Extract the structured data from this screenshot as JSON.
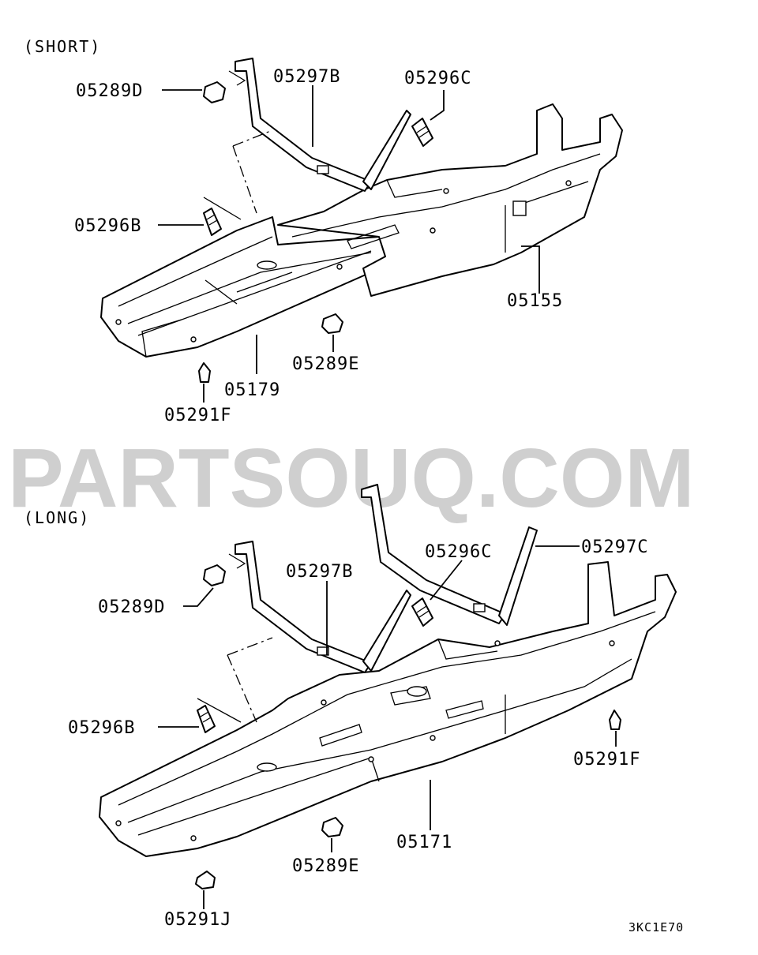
{
  "watermark": "PARTSOUQ.COM",
  "diagram_code": "3KC1E70",
  "sections": {
    "short": {
      "title": "(SHORT)",
      "labels": {
        "p05289D": "05289D",
        "p05297B": "05297B",
        "p05296C": "05296C",
        "p05296B": "05296B",
        "p05155": "05155",
        "p05289E": "05289E",
        "p05179": "05179",
        "p05291F": "05291F"
      }
    },
    "long": {
      "title": "(LONG)",
      "labels": {
        "p05297C": "05297C",
        "p05296C": "05296C",
        "p05297B": "05297B",
        "p05289D": "05289D",
        "p05296B": "05296B",
        "p05291F": "05291F",
        "p05171": "05171",
        "p05289E": "05289E",
        "p05291J": "05291J"
      }
    }
  }
}
